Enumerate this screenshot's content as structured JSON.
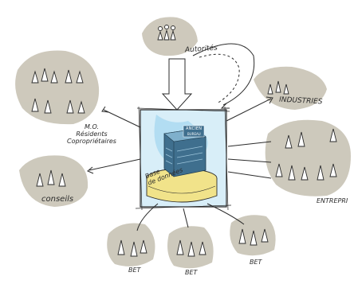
{
  "diagram": {
    "center": {
      "building_sign": "ANCIEN",
      "building_sign_2": "BUREAU",
      "base_label_line1": "Base",
      "base_label_line2": "de données"
    },
    "stakeholders": {
      "autorites": "Autorités",
      "industries": "INDUSTRIES",
      "entreprises": "ENTREPRI",
      "conseils": "conseils",
      "moa_line1": "M.O.",
      "moa_line2": "Résidents",
      "moa_line3": "Copropriétaires",
      "bet_left": "BET",
      "bet_middle": "BET",
      "bet_right": "BET"
    },
    "colors": {
      "ink": "#2b2b2b",
      "wash": "#bdb7a6",
      "building": "#3f6f8e",
      "building_light": "#7fb0cc",
      "sky": "#a9d8f0",
      "base": "#f1e38a"
    }
  }
}
